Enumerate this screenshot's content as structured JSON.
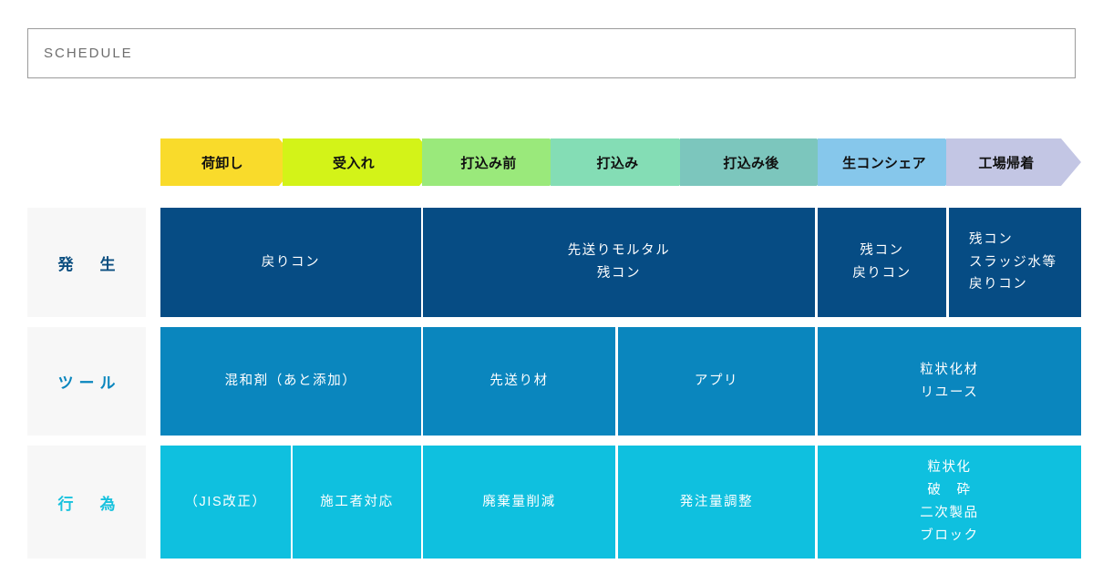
{
  "header": {
    "title": "SCHEDULE"
  },
  "process_arrows": [
    {
      "label": "荷卸し",
      "color": "#F9DB2B"
    },
    {
      "label": "受入れ",
      "color": "#D3F318"
    },
    {
      "label": "打込み前",
      "color": "#9AE97B"
    },
    {
      "label": "打込み",
      "color": "#84DDB5"
    },
    {
      "label": "打込み後",
      "color": "#7CC6BD"
    },
    {
      "label": "生コンシェア",
      "color": "#86C7EB"
    },
    {
      "label": "工場帰着",
      "color": "#C3C6E4"
    }
  ],
  "matrix": {
    "rows": [
      {
        "label": "発　生",
        "label_color": "#0a4e80",
        "cell_color": "#064C84",
        "cells": [
          {
            "text": "戻りコン",
            "align": "center"
          },
          {
            "text": "先送りモルタル\n残コン",
            "align": "center"
          },
          {
            "text": "残コン\n戻りコン",
            "align": "center"
          },
          {
            "text": "残コン\nスラッジ水等\n戻りコン",
            "align": "left"
          }
        ]
      },
      {
        "label": "ツール",
        "label_color": "#0a86be",
        "cell_color": "#0A86BE",
        "cells": [
          {
            "text": "混和剤（あと添加）",
            "align": "center"
          },
          {
            "text": "先送り材",
            "align": "center"
          },
          {
            "text": "アプリ",
            "align": "center"
          },
          {
            "text": "粒状化材\nリユース",
            "align": "center"
          }
        ]
      },
      {
        "label": "行　為",
        "label_color": "#19c2de",
        "cell_color": "#0FC0DF",
        "cells": [
          {
            "text": "（JIS改正）",
            "align": "center"
          },
          {
            "text": "施工者対応",
            "align": "center"
          },
          {
            "text": "廃棄量削減",
            "align": "center"
          },
          {
            "text": "発注量調整",
            "align": "center"
          },
          {
            "text": "粒状化\n破　砕\n二次製品\nブロック",
            "align": "center"
          }
        ]
      }
    ]
  }
}
